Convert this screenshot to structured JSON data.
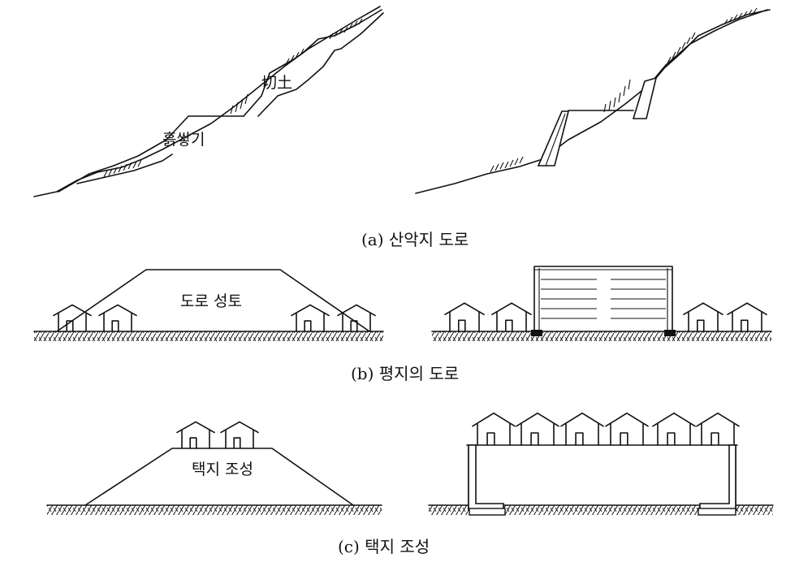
{
  "panel_a": {
    "caption": "(a) 산악지 도로",
    "label_cut": "切土",
    "label_fill": "흙쌓기"
  },
  "panel_b": {
    "caption": "(b) 평지의 도로",
    "label_embankment": "도로 성토"
  },
  "panel_c": {
    "caption": "(c) 택지 조성",
    "label_site": "택지 조성"
  }
}
